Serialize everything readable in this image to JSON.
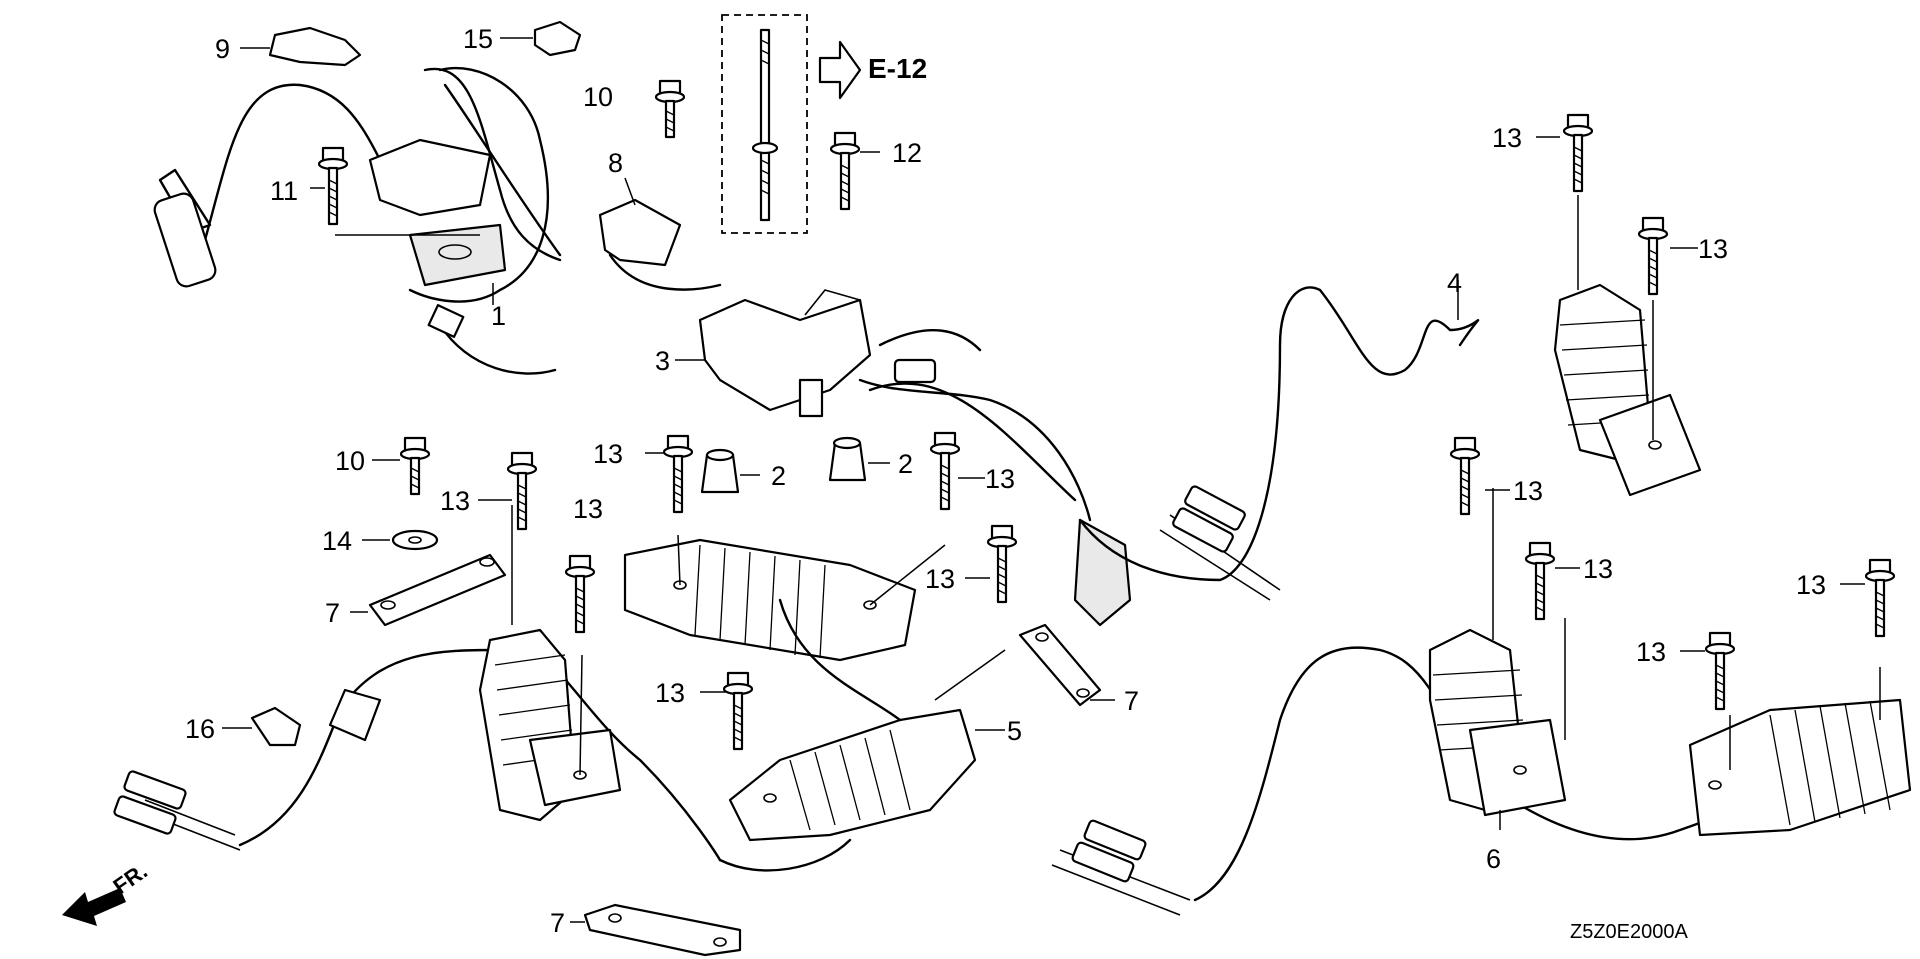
{
  "diagram": {
    "reference_arrow_text": "E-12",
    "front_arrow_text": "FR.",
    "diagram_code": "Z5Z0E2000A"
  },
  "callouts": [
    "1",
    "2",
    "2",
    "3",
    "4",
    "5",
    "6",
    "7",
    "7",
    "7",
    "8",
    "9",
    "10",
    "10",
    "11",
    "12",
    "13",
    "13",
    "13",
    "13",
    "13",
    "13",
    "13",
    "13",
    "13",
    "13",
    "13",
    "13",
    "13",
    "14",
    "15",
    "16"
  ]
}
